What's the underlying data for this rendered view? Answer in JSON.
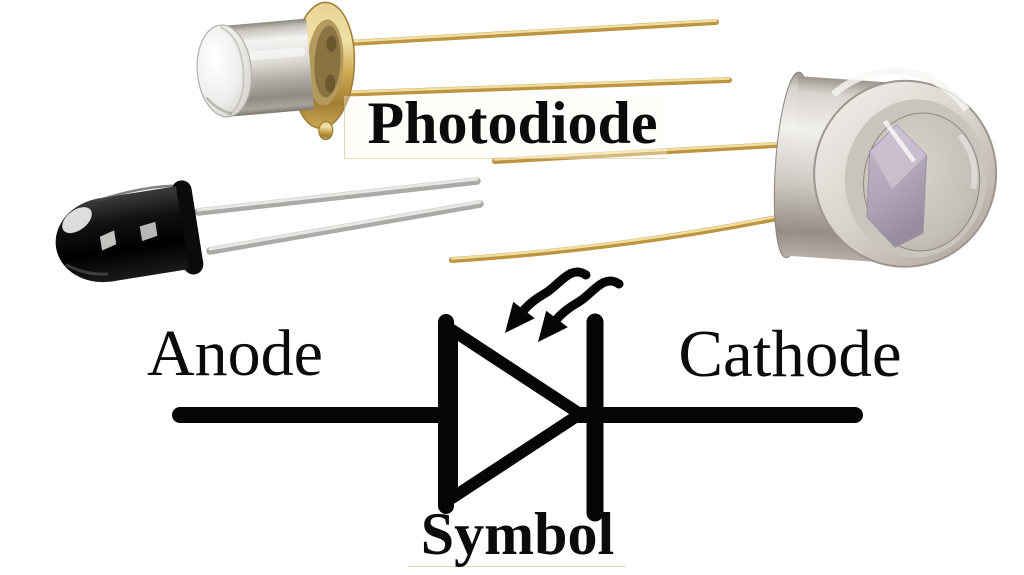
{
  "title": "Photodiode",
  "labels": {
    "anode": "Anode",
    "cathode": "Cathode",
    "symbol_caption": "Symbol"
  },
  "figures": [
    {
      "name": "dome-lens-metal-can-photodiode",
      "position": "top-left"
    },
    {
      "name": "black-epoxy-photodiode",
      "position": "middle-left"
    },
    {
      "name": "flat-window-metal-can-photodiode",
      "position": "right"
    }
  ],
  "symbol": {
    "type": "photodiode-schematic",
    "elements": [
      "anode-wire",
      "triangle",
      "cathode-bar",
      "incoming-light-arrows"
    ]
  },
  "colors": {
    "ink": "#0a0a0a",
    "background": "#ffffff",
    "gold_lead": "#c39c44",
    "gold_flange": "#d9ba6b",
    "chrome": "#d9d5cf",
    "silver_lead": "#b7b4af",
    "black_epoxy": "#0d0c0c",
    "sensor_chip": "#b3a8ba"
  }
}
